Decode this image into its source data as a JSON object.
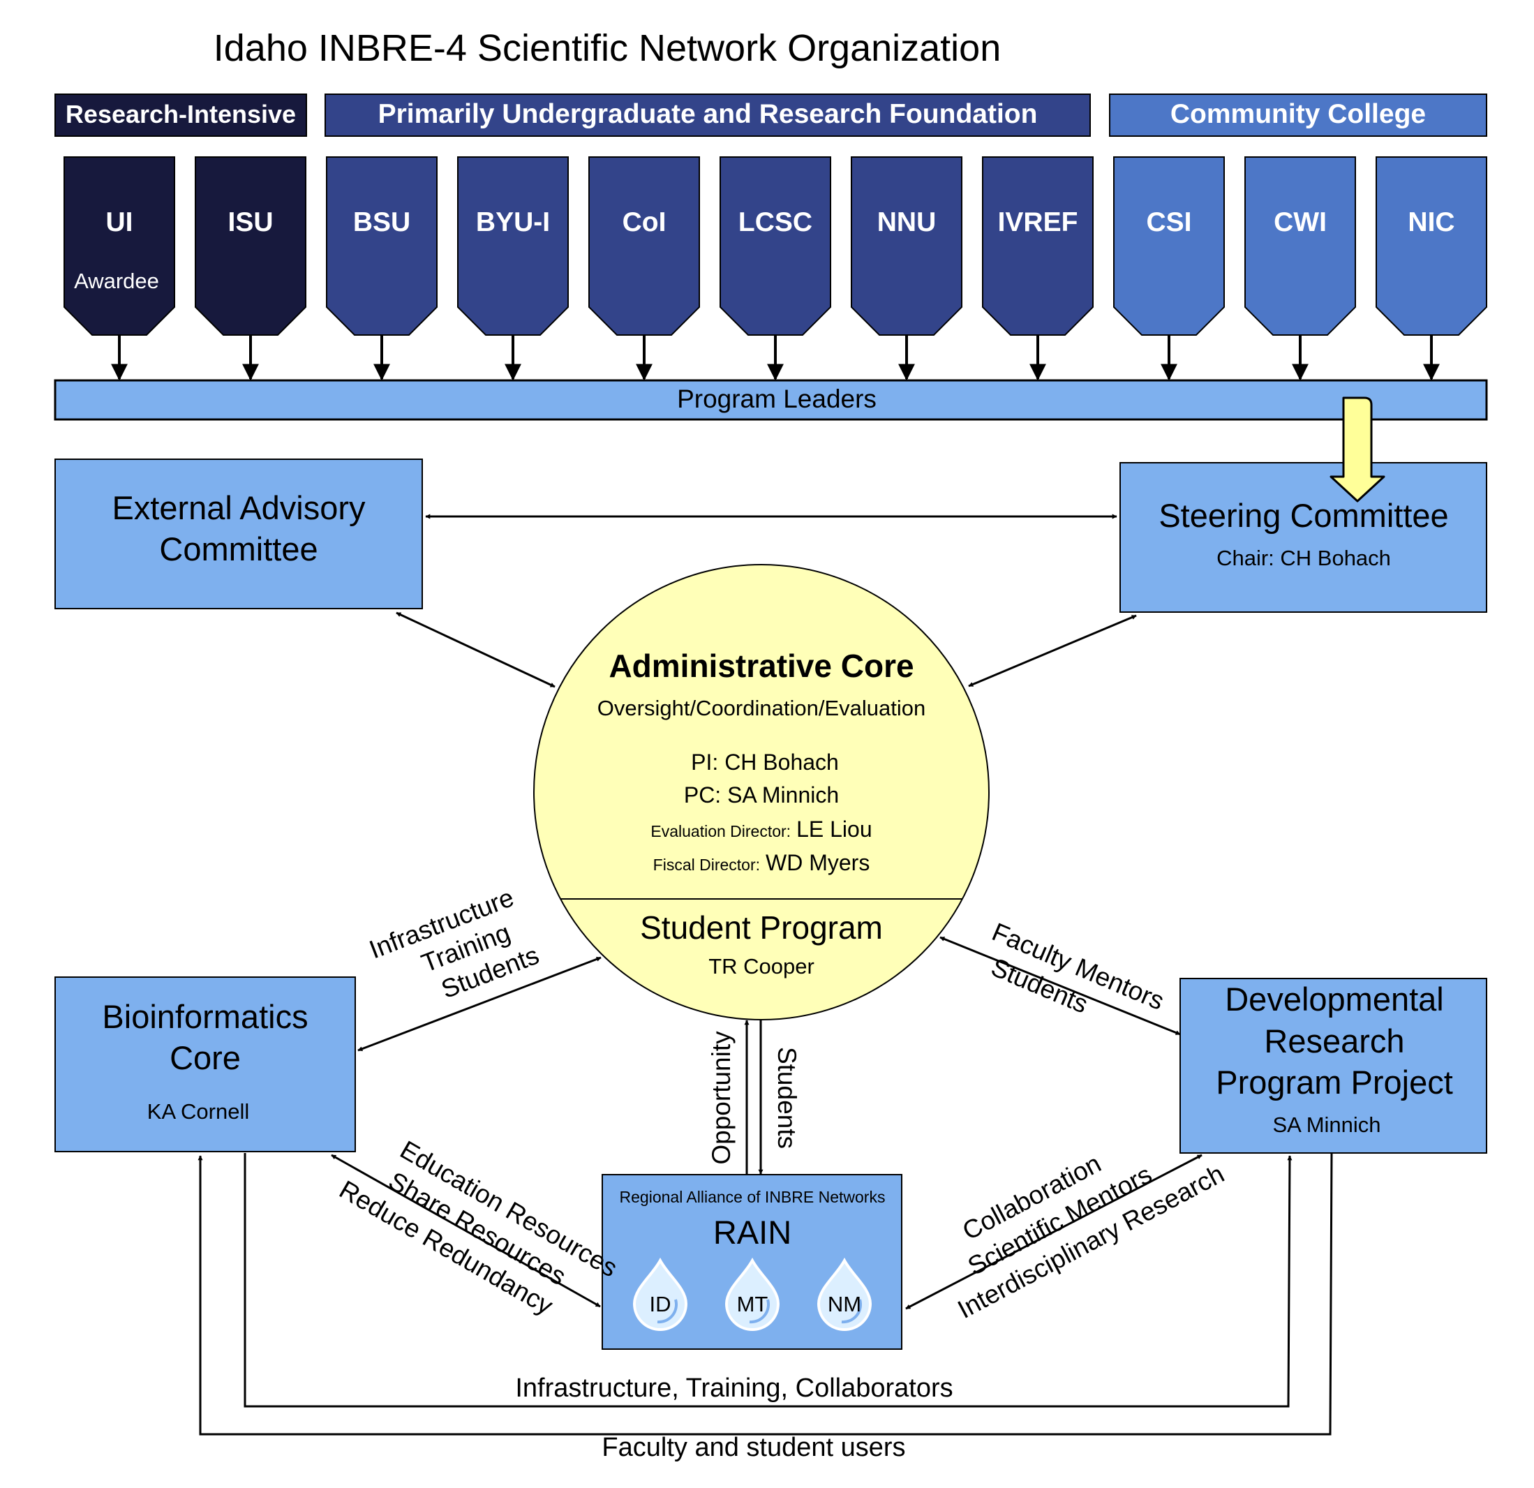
{
  "title": "Idaho INBRE-4 Scientific Network Organization",
  "categories": {
    "research": "Research-Intensive",
    "pui": "Primarily Undergraduate and Research Foundation",
    "cc": "Community College"
  },
  "colors": {
    "research": "#17193d",
    "pui": "#33448a",
    "cc": "#4d77c7",
    "box": "#7eb0ee",
    "core": "#ffffb8",
    "yellow_arrow": "#ffff99",
    "drop": "#dcefff"
  },
  "institutions": [
    {
      "name": "UI",
      "sub": "Awardee"
    },
    {
      "name": "ISU"
    },
    {
      "name": "BSU"
    },
    {
      "name": "BYU-I"
    },
    {
      "name": "CoI"
    },
    {
      "name": "LCSC"
    },
    {
      "name": "NNU"
    },
    {
      "name": "IVREF"
    },
    {
      "name": "CSI"
    },
    {
      "name": "CWI"
    },
    {
      "name": "NIC"
    }
  ],
  "program_leaders": "Program Leaders",
  "external_advisory": {
    "line1": "External Advisory",
    "line2": "Committee"
  },
  "steering": {
    "title": "Steering Committee",
    "chair": "Chair: CH Bohach"
  },
  "admin_core": {
    "title": "Administrative Core",
    "subtitle": "Oversight/Coordination/Evaluation",
    "pi": "PI: CH Bohach",
    "pc": "PC: SA Minnich",
    "eval_label": "Evaluation Director:",
    "eval_name": "LE Liou",
    "fiscal_label": "Fiscal Director:",
    "fiscal_name": "WD Myers",
    "student_program": "Student Program",
    "student_lead": "TR Cooper"
  },
  "bioinformatics": {
    "line1": "Bioinformatics",
    "line2": "Core",
    "lead": "KA Cornell"
  },
  "drpp": {
    "line1": "Developmental",
    "line2": "Research",
    "line3": "Program Project",
    "lead": "SA Minnich"
  },
  "rain": {
    "header": "Regional Alliance of INBRE Networks",
    "title": "RAIN",
    "states": [
      "ID",
      "MT",
      "NM"
    ]
  },
  "labels": {
    "bio_admin": [
      "Infrastructure",
      "Training",
      "Students"
    ],
    "drpp_admin": [
      "Faculty Mentors",
      "Students"
    ],
    "opportunity": "Opportunity",
    "students": "Students",
    "bio_rain": [
      "Education Resources",
      "Share Resources",
      "Reduce Redundancy"
    ],
    "drpp_rain": [
      "Collaboration",
      "Scientific Mentors",
      "Interdisciplinary Research"
    ],
    "bottom1": "Infrastructure, Training, Collaborators",
    "bottom2": "Faculty and student users"
  }
}
